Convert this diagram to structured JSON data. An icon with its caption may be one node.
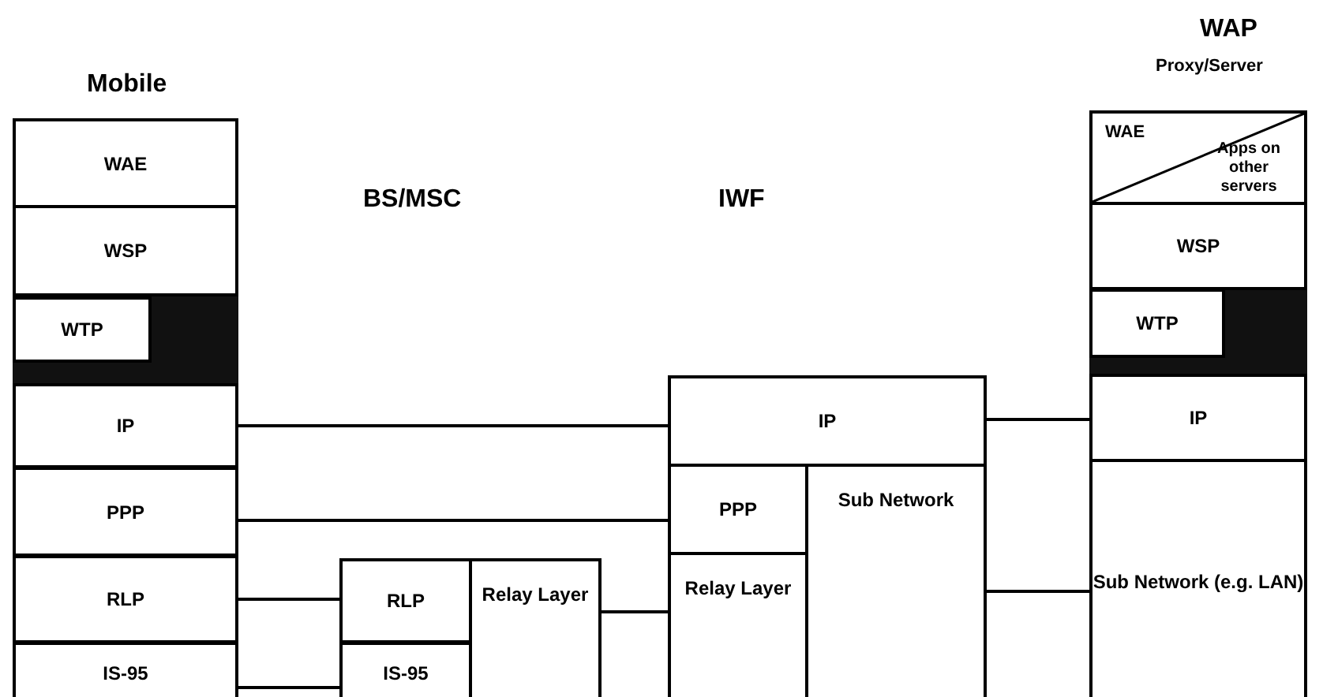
{
  "diagram": {
    "nodes": [
      {
        "text": [
          "WAE"
        ]
      },
      {
        "text": [
          "WSP"
        ]
      },
      {
        "text": [
          "WTP"
        ]
      },
      {
        "text": [
          "IP"
        ]
      },
      {
        "text": [
          "PPP"
        ]
      },
      {
        "text": [
          "RLP"
        ]
      },
      {
        "text": [
          "IS-95"
        ]
      },
      {
        "text": [
          "RLP"
        ]
      },
      {
        "text": [
          "IS-95"
        ]
      },
      {
        "text": [
          "Relay Layer"
        ]
      },
      {
        "text": [
          "IP"
        ]
      },
      {
        "text": [
          "PPP"
        ]
      },
      {
        "text": [
          "Relay Layer"
        ]
      },
      {
        "text": [
          "Sub Network"
        ]
      },
      {
        "text": [
          "WAE",
          "Apps on other servers"
        ]
      },
      {
        "text": [
          "WSP"
        ]
      },
      {
        "text": [
          "WTP"
        ]
      },
      {
        "text": [
          "IP"
        ]
      },
      {
        "text": [
          "Sub Network (e.g. LAN)"
        ]
      }
    ],
    "edges": [
      {
        "from": 3,
        "to": 10,
        "arrow": "none"
      },
      {
        "from": 4,
        "to": 11,
        "arrow": "none"
      },
      {
        "from": 5,
        "to": 7,
        "arrow": "none"
      },
      {
        "from": 6,
        "to": 8,
        "arrow": "none"
      },
      {
        "from": 9,
        "to": 12,
        "arrow": "none"
      },
      {
        "from": 10,
        "to": 17,
        "arrow": "none"
      },
      {
        "from": 13,
        "to": 18,
        "arrow": "none"
      }
    ],
    "labels": [
      "Mobile",
      "BS/MSC",
      "IWF",
      "WAP",
      "Proxy/Server"
    ]
  }
}
